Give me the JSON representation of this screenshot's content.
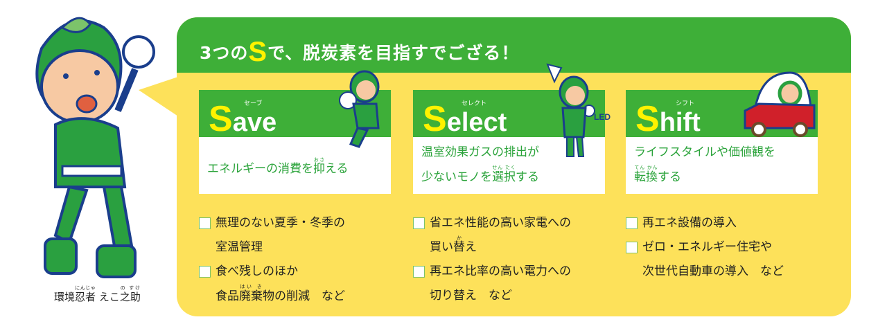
{
  "headline": {
    "prefix": "3つの",
    "s": "S",
    "suffix": "で、脱炭素を目指すでござる！"
  },
  "cards": [
    {
      "s": "S",
      "rest": "ave",
      "kana": "セーブ",
      "desc": [
        {
          "a": "エネルギーの消費を",
          "b": "抑",
          "rt": "おさ",
          "c": "える"
        }
      ]
    },
    {
      "s": "S",
      "rest": "elect",
      "kana": "セレクト",
      "desc": [
        {
          "a": "温室効果ガスの排出が"
        },
        {
          "a": "少ないモノを",
          "b": "選択",
          "rt": "せん たく",
          "c": "する"
        }
      ]
    },
    {
      "s": "S",
      "rest": "hift",
      "kana": "シフト",
      "desc": [
        {
          "a": "ライフスタイルや価値観を"
        },
        {
          "a": "",
          "b": "転換",
          "rt": "てん かん",
          "c": "する"
        }
      ]
    }
  ],
  "led_label": "LED",
  "lists": [
    [
      {
        "l1": "無理のない夏季・冬季の",
        "l2a": "室温管理"
      },
      {
        "l1": "食べ残しのほか",
        "l2a": "食品",
        "l2b": "廃棄",
        "rt": "はい き",
        "l2c": "物の削減　など"
      }
    ],
    [
      {
        "l1": "省エネ性能の高い家電への",
        "l2a": "買い",
        "l2b": "替",
        "rt": "か",
        "l2c": "え"
      },
      {
        "l1": "再エネ比率の高い電力への",
        "l2a": "切り替え　など"
      }
    ],
    [
      {
        "l1": "再エネ設備の導入"
      },
      {
        "l1": "ゼロ・エネルギー住宅や",
        "l2a": "次世代自動車の導入　など"
      }
    ]
  ],
  "caption": {
    "a": "環境",
    "b": "忍者",
    "rt1": "にんじゃ",
    "c": " えこ",
    "d": "之助",
    "rt2": "の すけ"
  },
  "colors": {
    "green": "#3eaf38",
    "yellow": "#fde15a",
    "accent_s": "#fff200",
    "text_green": "#2aa33a"
  }
}
